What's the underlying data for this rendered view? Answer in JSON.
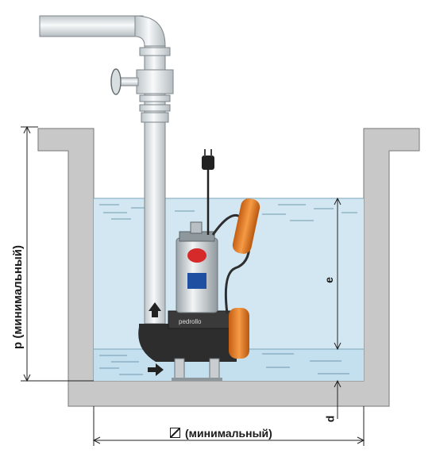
{
  "labels": {
    "p": "p (минимальный)",
    "e": "e",
    "d": "d",
    "width": "(минимальный)"
  },
  "icons": {
    "width_symbol": "diameter-square-icon"
  },
  "pump": {
    "brand": "pedrollo"
  },
  "colors": {
    "water": "#cfe6f2",
    "water_line": "#7aa6bd",
    "wall": "#c9c9c9",
    "float": "#e07b22",
    "pipe": "#e9eef0"
  }
}
